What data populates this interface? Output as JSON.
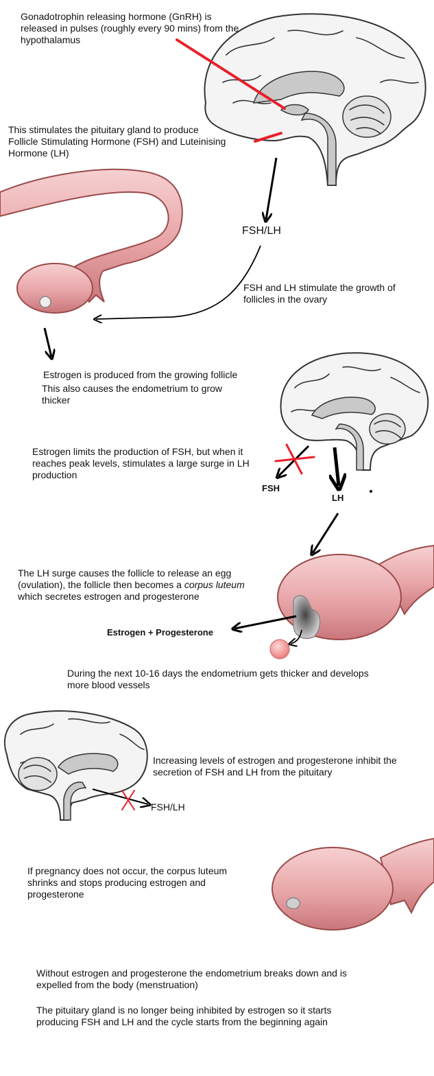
{
  "texts": {
    "gnrh": "Gonadotrophin releasing hormone (GnRH) is released in pulses (roughly every 90 mins) from the hypothalamus",
    "pituitary": "This stimulates the pituitary gland to produce Follicle Stimulating Hormone (FSH) and Luteinising Hormone (LH)",
    "fsh_lh_growth": "FSH and LH stimulate the growth of follicles in the ovary",
    "estrogen_produced": "Estrogen is produced from the growing follicle",
    "endometrium_grow": "This also causes the endometrium to grow thicker",
    "estrogen_limits": "Estrogen limits the production of FSH, but when it reaches peak levels, stimulates a large surge in LH production",
    "lh_surge_pre": "The LH surge causes the follicle to release an egg (ovulation), the follicle then becomes a ",
    "lh_surge_italic": "corpus luteum",
    "lh_surge_post": " which secretes estrogen and progesterone",
    "next_days": "During the next 10-16 days the endometrium gets thicker and develops more blood vessels",
    "increasing_levels": "Increasing levels of estrogen and progesterone inhibit the secretion of FSH and LH from the pituitary",
    "no_pregnancy": "If pregnancy does not occur, the corpus luteum shrinks and stops producing estrogen and progesterone",
    "without_estrogen": "Without estrogen and progesterone the endometrium breaks down and is expelled from the body (menstruation)",
    "cycle_restart": "The pituitary gland is no longer being inhibited by estrogen so it starts producing FSH and LH and the cycle starts from the beginning again"
  },
  "labels": {
    "fsh_lh_top": "FSH/LH",
    "fsh": "FSH",
    "lh": "LH",
    "estrogen_progesterone": "Estrogen + Progesterone",
    "fsh_lh_inhibited": "FSH/LH"
  },
  "colors": {
    "organ_pink": "#e8a5a8",
    "inhibit_red": "#e8202a",
    "brain_grey": "#c9c9c9"
  },
  "icons": [
    "brain-icon",
    "fallopian-tube-icon",
    "ovary-icon",
    "egg-icon",
    "inhibit-cross-icon"
  ]
}
